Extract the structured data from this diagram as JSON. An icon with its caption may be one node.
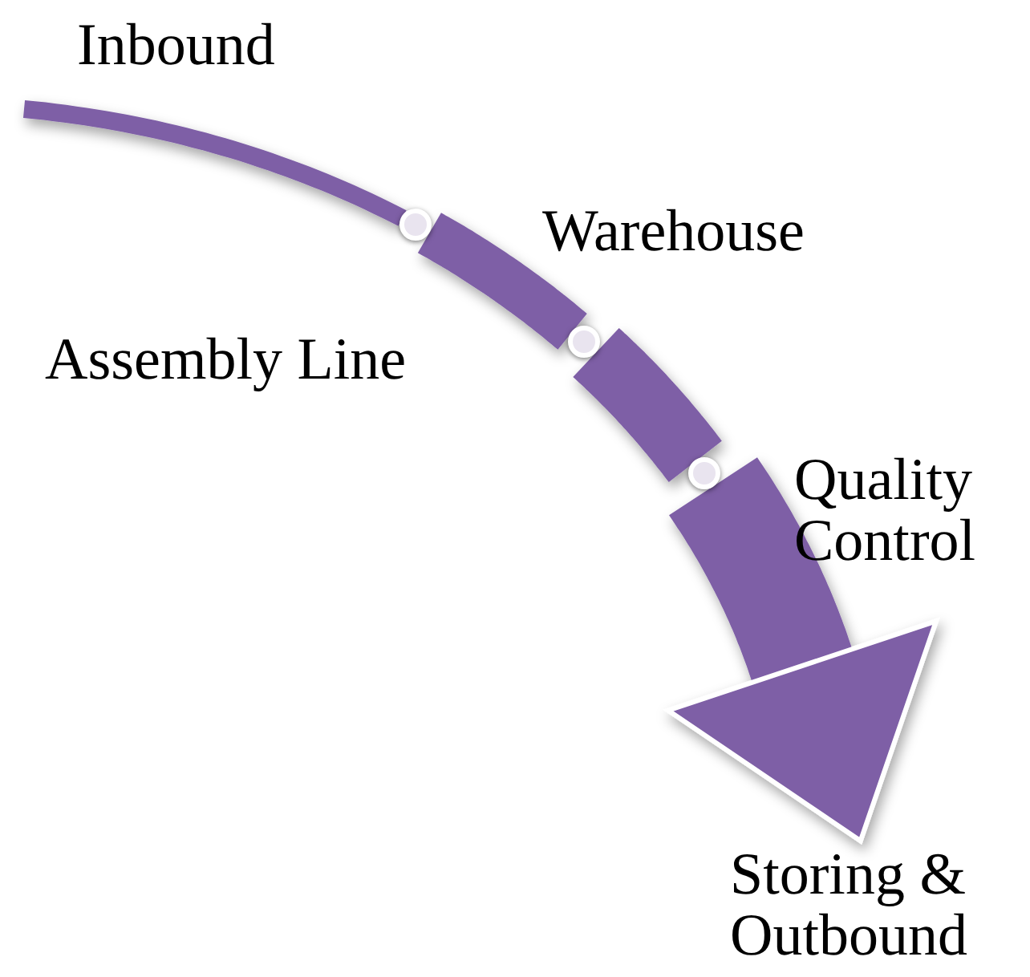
{
  "diagram": {
    "nodes": [
      {
        "text": [
          "Inbound"
        ]
      },
      {
        "text": [],
        "shape": "circle"
      },
      {
        "text": [],
        "shape": "circle"
      },
      {
        "text": [],
        "shape": "circle"
      },
      {
        "text": [
          "Storing & Outbound"
        ]
      }
    ],
    "edges": [
      {
        "from": 0,
        "to": 1,
        "arrow": "none"
      },
      {
        "from": 1,
        "to": 2,
        "arrow": "none"
      },
      {
        "from": 2,
        "to": 3,
        "arrow": "none"
      },
      {
        "from": 3,
        "to": 4,
        "arrow": "to",
        "style": "thick"
      }
    ],
    "labels": [
      "Warehouse",
      "Assembly Line",
      "Quality Control"
    ]
  }
}
